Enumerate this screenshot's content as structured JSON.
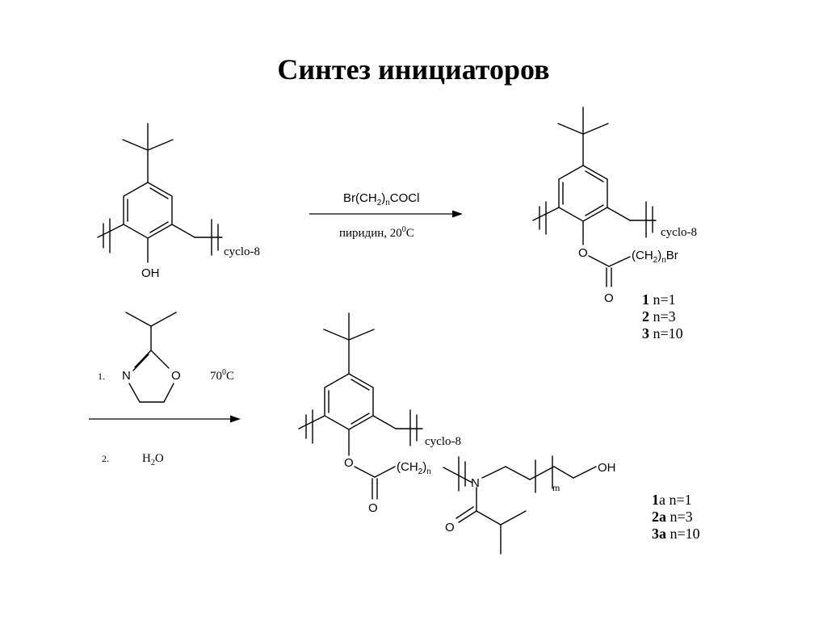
{
  "title": "Синтез инициаторов",
  "reaction1": {
    "reagent": "Br(CH2)nCOCl",
    "reagent_parts": [
      "Br(CH",
      "2",
      ")",
      "n",
      "COCl"
    ],
    "conditions_prefix": "пиридин, 20",
    "conditions_sup": "0",
    "conditions_suffix": "C"
  },
  "reaction2": {
    "step1_number": "1.",
    "step1_temp_prefix": "70",
    "step1_temp_sup": "0",
    "step1_temp_suffix": "C",
    "step2_number": "2.",
    "step2_reagent_main": "H",
    "step2_reagent_sub": "2",
    "step2_reagent_end": "O"
  },
  "labels": {
    "cyclo": "cyclo-8",
    "oh": "OH",
    "o": "O",
    "n": "N",
    "ch2_open": "(CH",
    "ch2_sub": "2",
    "ch2_close": ")",
    "n_sub": "n",
    "br": "Br",
    "m_sub": "m"
  },
  "products_1": [
    {
      "id": "1",
      "suffix": "",
      "text": " n=1"
    },
    {
      "id": "2",
      "suffix": "",
      "text": " n=3"
    },
    {
      "id": "3",
      "suffix": "",
      "text": " n=10"
    }
  ],
  "products_2": [
    {
      "id": "1",
      "suffix": "a",
      "text": " n=1"
    },
    {
      "id": "2",
      "suffix": "a",
      "text": " n=3"
    },
    {
      "id": "3",
      "suffix": "a",
      "text": " n=10"
    }
  ]
}
